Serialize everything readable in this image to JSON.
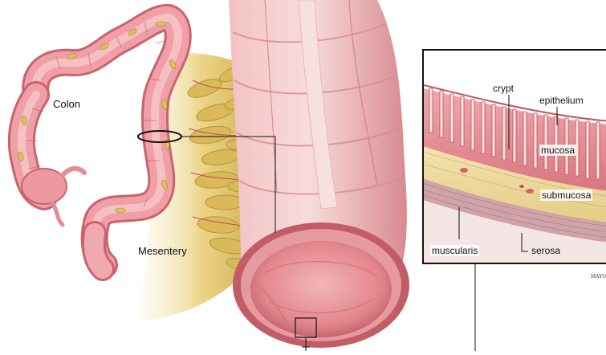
{
  "labels": {
    "colon": "Colon",
    "mesentery": "Mesentery"
  },
  "inset": {
    "crypt": "crypt",
    "epithelium": "epithelium",
    "mucosa": "mucosa",
    "submucosa": "submucosa",
    "muscularis": "muscularis",
    "serosa": "serosa"
  },
  "logo_text": "MAYO",
  "colors": {
    "tissue": "#e89aa0",
    "tissue_dark": "#c9646e",
    "tissue_light": "#f6c6c6",
    "fat": "#e3c76c",
    "fat_dark": "#b99a3a",
    "submucosa": "#f0dca0",
    "frame": "#111111"
  }
}
